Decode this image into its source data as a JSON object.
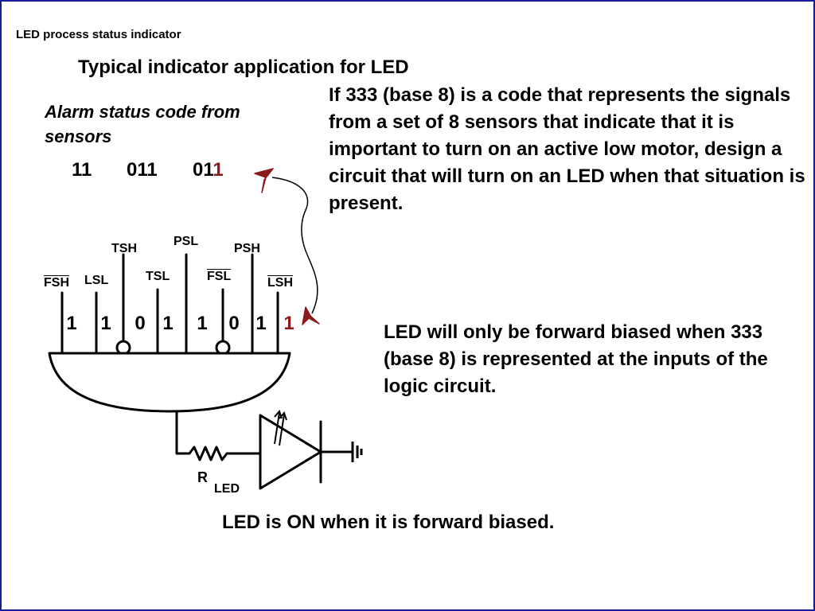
{
  "header": {
    "title": "LED process status indicator"
  },
  "title": "Typical indicator application for LED",
  "problem_text": "If 333 (base 8) is a code that represents the signals from a set of  8 sensors that indicate that it is important to turn on an active low motor, design a circuit that will turn on an LED when that situation is present.",
  "alarm_label": "Alarm status code from sensors",
  "alarm_code": {
    "group1": "11",
    "group2": "011",
    "group3_prefix": "01",
    "group3_last": "1"
  },
  "sensors": {
    "fsh": "FSH",
    "lsl": "LSL",
    "tsh": "TSH",
    "tsl": "TSL",
    "psl": "PSL",
    "fsl": "FSL",
    "psh": "PSH",
    "lsh": "LSH"
  },
  "input_bits": [
    "1",
    "1",
    "0",
    "1",
    "1",
    "0",
    "1",
    "1"
  ],
  "led_note": "LED will only be forward biased when  333 (base 8) is represented at the inputs of the logic circuit.",
  "resistor_label": "R",
  "resistor_subscript": "LED",
  "on_note": "LED is ON when it is forward biased.",
  "colors": {
    "border": "#1a1aa0",
    "highlight": "#8b1a1a"
  }
}
